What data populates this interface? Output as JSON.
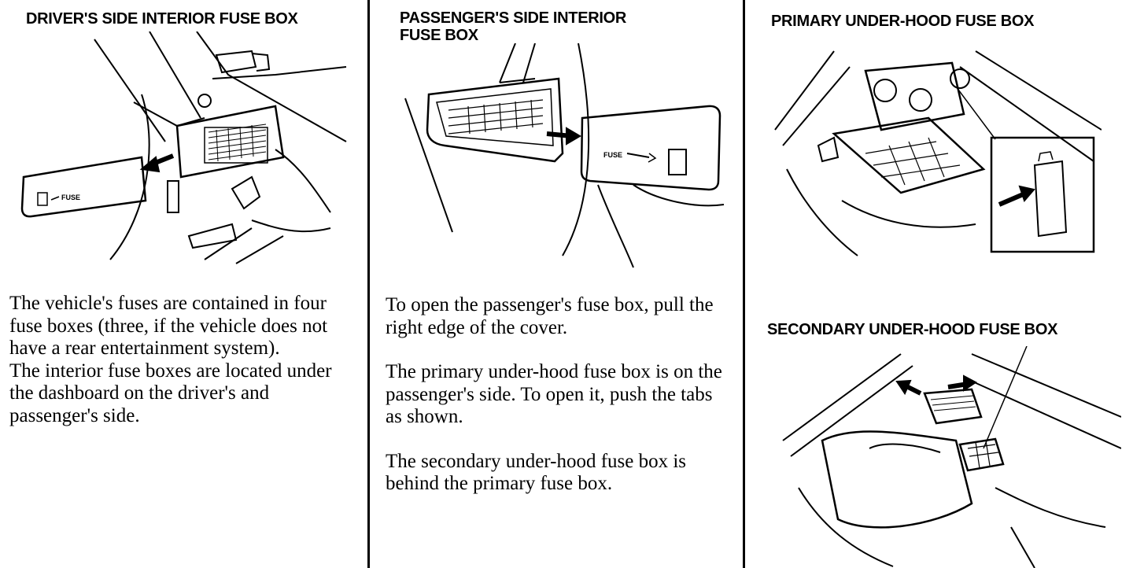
{
  "columns": [
    {
      "heading": "DRIVER'S SIDE INTERIOR FUSE BOX",
      "illustration_label": "FUSE",
      "paragraphs": [
        "The vehicle's fuses are contained in four fuse boxes (three, if the vehicle does not have a rear entertainment system).",
        "The interior fuse boxes are located under the dashboard on the driver's and passenger's side."
      ]
    },
    {
      "heading_line1": "PASSENGER'S SIDE INTERIOR",
      "heading_line2": "FUSE BOX",
      "illustration_label": "FUSE",
      "paragraphs": [
        "To open the passenger's fuse box, pull the right edge of the cover.",
        "The primary under-hood fuse box is on the passenger's side. To open it, push the tabs as shown.",
        "The secondary under-hood fuse box is behind the primary fuse box."
      ]
    },
    {
      "heading_primary": "PRIMARY UNDER-HOOD FUSE BOX",
      "heading_secondary": "SECONDARY UNDER-HOOD FUSE BOX"
    }
  ]
}
